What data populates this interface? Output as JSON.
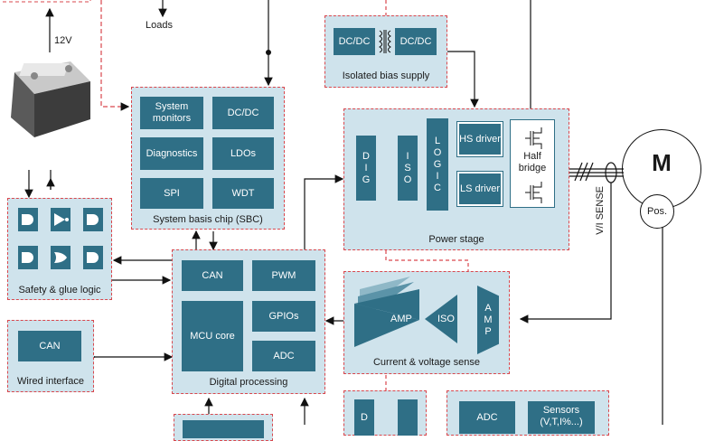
{
  "top": {
    "loads": "Loads",
    "voltage": "12V"
  },
  "sbc": {
    "title": "System basis chip (SBC)",
    "blocks": [
      "System monitors",
      "DC/DC",
      "Diagnostics",
      "LDOs",
      "SPI",
      "WDT"
    ]
  },
  "bias": {
    "title": "Isolated bias supply",
    "left": "DC/DC",
    "right": "DC/DC"
  },
  "power": {
    "title": "Power stage",
    "dig": [
      "D",
      "I",
      "G"
    ],
    "iso": [
      "I",
      "S",
      "O"
    ],
    "logic": [
      "L",
      "O",
      "G",
      "I",
      "C"
    ],
    "hs": "HS driver",
    "ls": "LS driver",
    "half": "Half bridge"
  },
  "motor": {
    "label": "M",
    "pos": "Pos.",
    "sense": "V/I SENSE"
  },
  "safety": {
    "title": "Safety & glue logic"
  },
  "digital": {
    "title": "Digital processing",
    "can": "CAN",
    "pwm": "PWM",
    "mcu": "MCU core",
    "gpios": "GPIOs",
    "adc": "ADC"
  },
  "wired": {
    "title": "Wired interface",
    "can": "CAN"
  },
  "sense": {
    "title": "Current & voltage sense",
    "amp": "AMP",
    "iso": "ISO",
    "amp2": [
      "A",
      "M",
      "P"
    ]
  },
  "bottom": {
    "adc": "ADC",
    "sensors": "Sensors",
    "sensors_sub": "(V,T,I%...)",
    "dig": "D"
  }
}
